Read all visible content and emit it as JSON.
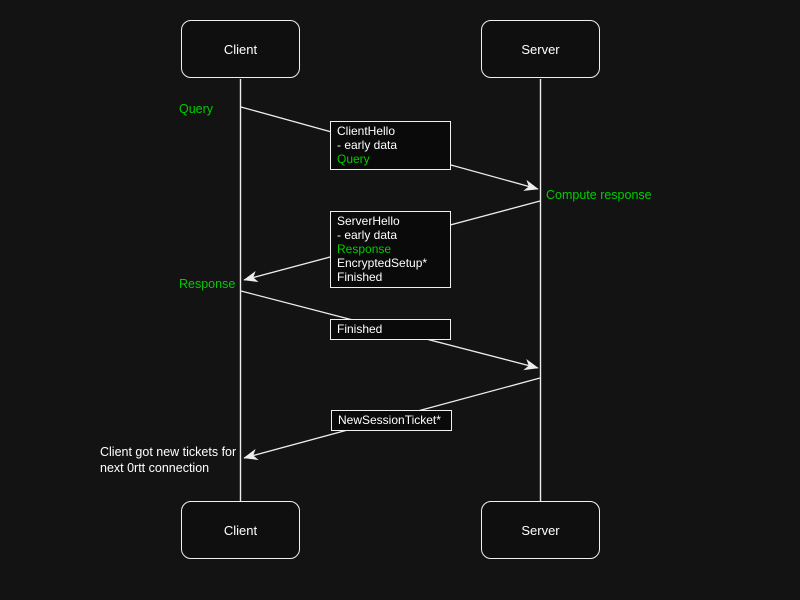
{
  "diagram": {
    "type": "sequence",
    "colors": {
      "background": "#131313",
      "line": "#ededed",
      "box_fill": "#0a0a0a",
      "text_white": "#ffffff",
      "text_green": "#00cc00"
    }
  },
  "actors": {
    "client_top": "Client",
    "server_top": "Server",
    "client_bottom": "Client",
    "server_bottom": "Server"
  },
  "annotations": {
    "query": "Query",
    "compute_response": "Compute response",
    "response": "Response",
    "note_line1": "Client got new tickets for",
    "note_line2": "next 0rtt connection"
  },
  "messages": {
    "client_hello": {
      "from": "Client",
      "to": "Server",
      "lines": [
        "ClientHello",
        "- early data",
        "Query"
      ]
    },
    "server_hello": {
      "from": "Server",
      "to": "Client",
      "lines": [
        "ServerHello",
        "- early data",
        "Response",
        "EncryptedSetup*",
        "Finished"
      ]
    },
    "finished": {
      "from": "Client",
      "to": "Server",
      "lines": [
        "Finished"
      ]
    },
    "new_session_ticket": {
      "from": "Server",
      "to": "Client",
      "lines": [
        "NewSessionTicket*"
      ]
    }
  }
}
